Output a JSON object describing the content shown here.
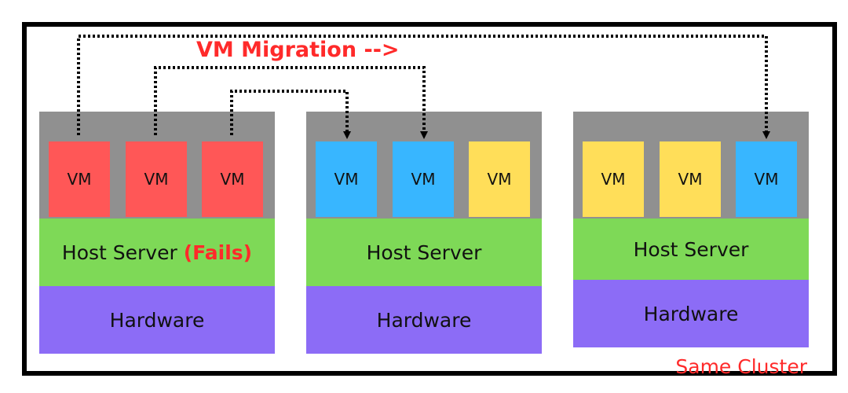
{
  "title": "VM Migration -->",
  "cluster_label": "Same Cluster",
  "colors": {
    "failed_vm": "#ff5757",
    "blue_vm": "#38b6ff",
    "yellow_vm": "#ffde59",
    "host_area": "#909090",
    "server": "#7ed957",
    "hardware": "#8c6cf6",
    "accent_red": "#ff2a2a"
  },
  "hosts": [
    {
      "vms": [
        {
          "label": "VM",
          "color": "#ff5757"
        },
        {
          "label": "VM",
          "color": "#ff5757"
        },
        {
          "label": "VM",
          "color": "#ff5757"
        }
      ],
      "server_label": "Host Server",
      "server_status": "(Fails)",
      "hardware_label": "Hardware"
    },
    {
      "vms": [
        {
          "label": "VM",
          "color": "#38b6ff"
        },
        {
          "label": "VM",
          "color": "#38b6ff"
        },
        {
          "label": "VM",
          "color": "#ffde59"
        }
      ],
      "server_label": "Host Server",
      "server_status": "",
      "hardware_label": "Hardware"
    },
    {
      "vms": [
        {
          "label": "VM",
          "color": "#ffde59"
        },
        {
          "label": "VM",
          "color": "#ffde59"
        },
        {
          "label": "VM",
          "color": "#38b6ff"
        }
      ],
      "server_label": "Host Server",
      "server_status": "",
      "hardware_label": "Hardware"
    }
  ]
}
